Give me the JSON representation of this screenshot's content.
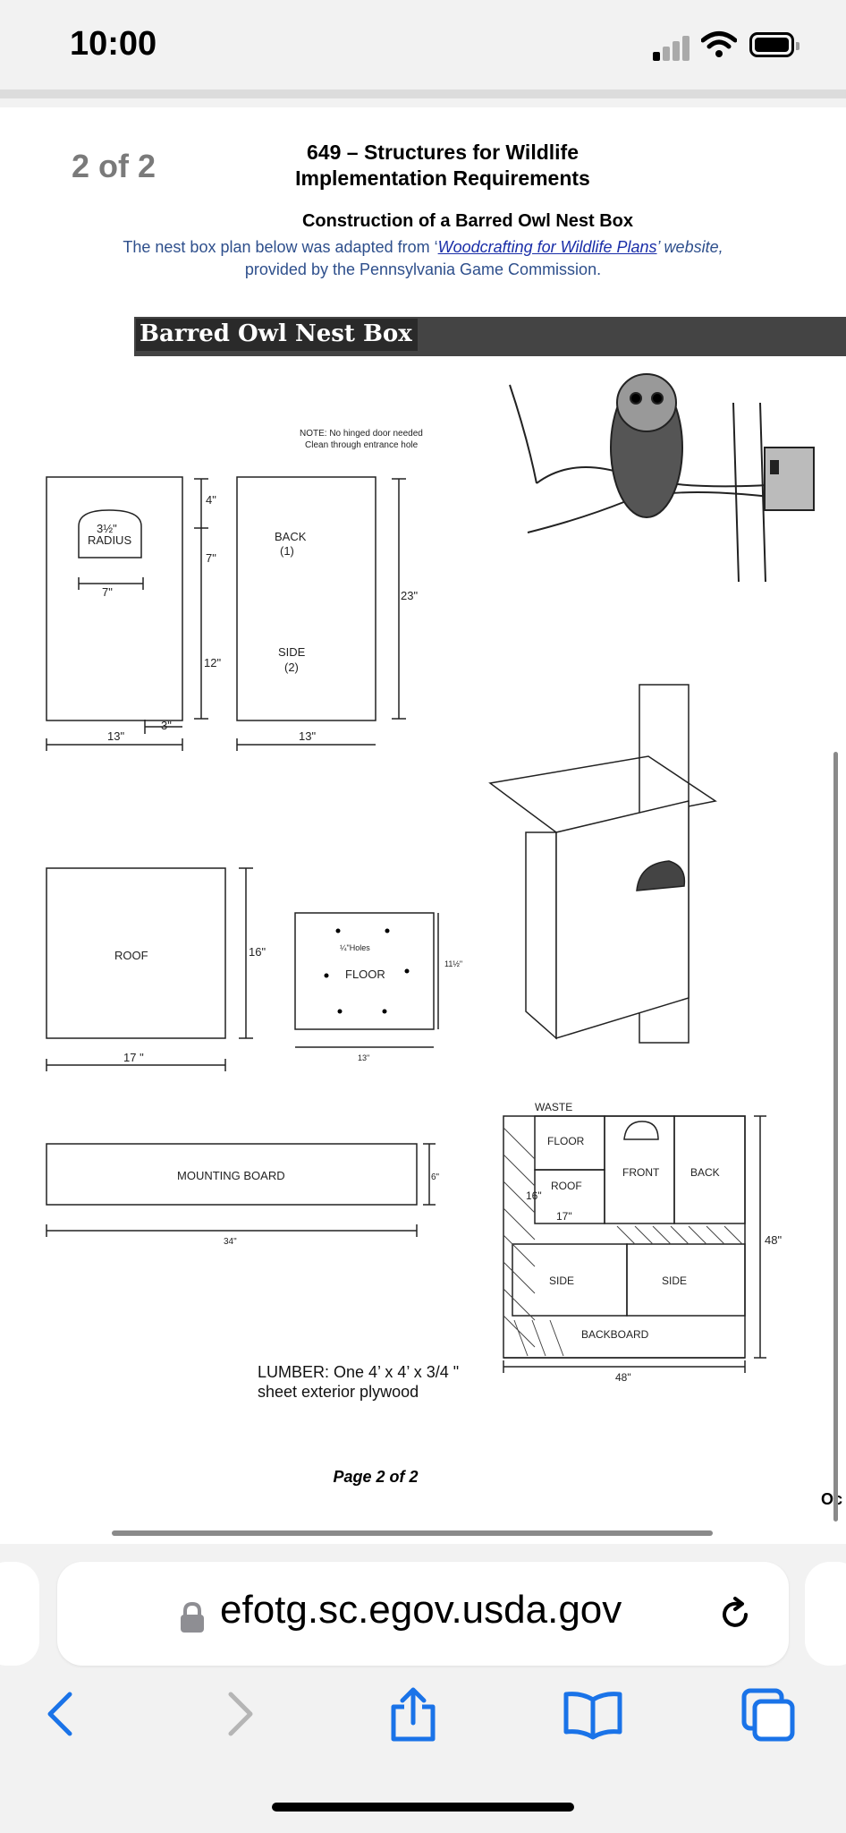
{
  "status": {
    "time": "10:00"
  },
  "viewer": {
    "page_count": "2 of 2"
  },
  "doc": {
    "title_line1": "649 – Structures for Wildlife",
    "title_line2": "Implementation Requirements",
    "subtitle": "Construction of a Barred Owl Nest Box",
    "desc_pre": "The nest box plan below was adapted from ‘",
    "desc_link": "Woodcrafting for Wildlife Plans",
    "desc_post": "’ website,",
    "desc_line2": "provided by the Pennsylvania Game Commission.",
    "plan_title": "Barred Owl Nest Box",
    "note_line1": "NOTE: No hinged door needed",
    "note_line2": "Clean through entrance hole",
    "lumber_line1": "LUMBER: One 4’ x 4’ x 3/4 \"",
    "lumber_line2": "sheet exterior plywood",
    "page_footer": "Page 2 of 2",
    "edge_text": "Oc"
  },
  "diagram_labels": {
    "radius": "3½\"",
    "radius_word": "RADIUS",
    "front_w7": "7\"",
    "front_13": "13\"",
    "front_3": "3\"",
    "dim_4": "4\"",
    "dim_7": "7\"",
    "dim_12": "12\"",
    "back": "BACK",
    "back_n": "(1)",
    "side": "SIDE",
    "side_n": "(2)",
    "back_13": "13\"",
    "dim_23": "23\"",
    "roof": "ROOF",
    "roof_16": "16\"",
    "roof_17": "17 \"",
    "floor_holes": "¼\"Holes",
    "floor": "FLOOR",
    "floor_11": "11½\"",
    "floor_13": "13\"",
    "mounting": "MOUNTING BOARD",
    "mount_6": "6\"",
    "mount_34": "34\"",
    "waste": "WASTE",
    "cut_floor": "FLOOR",
    "cut_roof": "ROOF",
    "cut_16": "16\"",
    "cut_17": "17\"",
    "cut_front": "FRONT",
    "cut_back": "BACK",
    "cut_side1": "SIDE",
    "cut_side2": "SIDE",
    "cut_backboard": "BACKBOARD",
    "cut_48w": "48\"",
    "cut_48h": "48\""
  },
  "browser": {
    "url": "efotg.sc.egov.usda.gov"
  },
  "colors": {
    "accent": "#1a73e8",
    "banner": "#2a2a2a"
  }
}
